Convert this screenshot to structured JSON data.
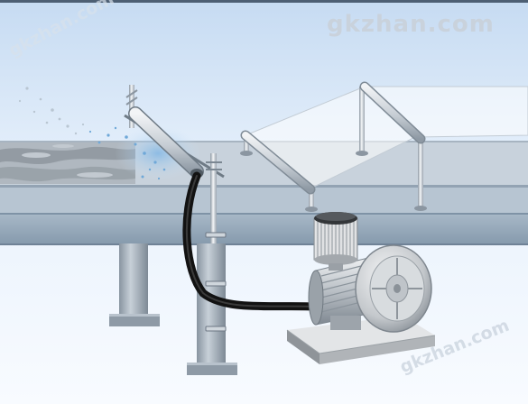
{
  "watermarks": {
    "top": "gkzhan.com",
    "left": "gkzhan.com",
    "bottom_right": "gkzhan.com"
  },
  "colors": {
    "sky_top": "#cfe0f3",
    "sky_bottom": "#f7fbff",
    "belt": "#c5ced8",
    "conveyor_frame": "#9eb0c0",
    "steel": "#d8dde2",
    "hose": "#1a1a1a",
    "blower_body": "#c9cdd1",
    "base": "#b9bcbf"
  }
}
